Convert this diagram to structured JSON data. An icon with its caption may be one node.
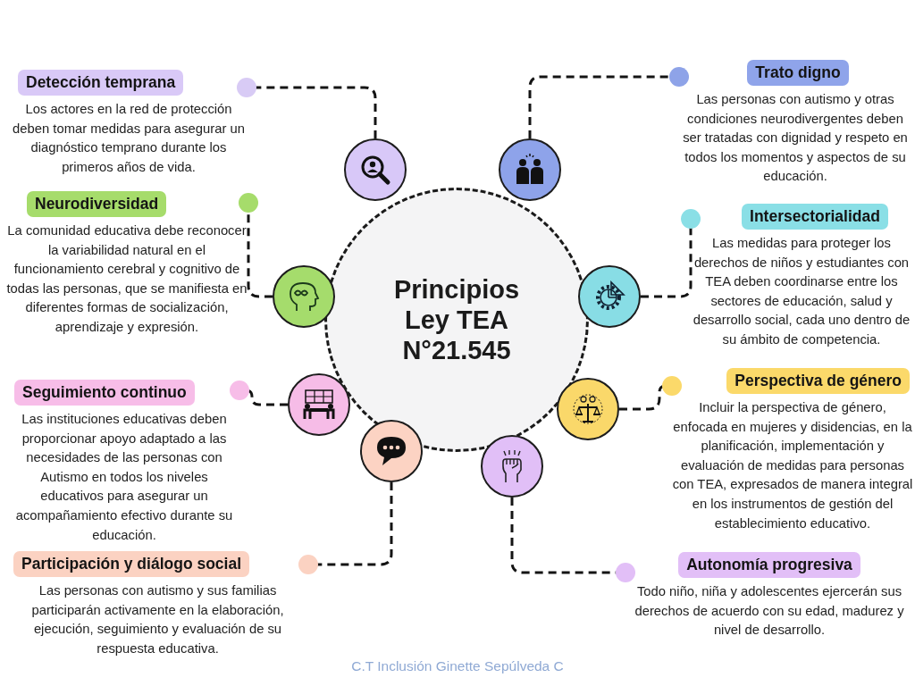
{
  "diagram": {
    "nodes": [
      {
        "text": [
          "Principios Ley TEA N°21.545"
        ]
      },
      {
        "text": [
          "Detección temprana",
          "Los actores en la red de protección deben tomar medidas para asegurar un diagnóstico temprano durante los primeros años de vida."
        ]
      },
      {
        "text": [],
        "shape": "circle"
      },
      {
        "text": [
          "Trato digno",
          "Las personas con autismo y otras condiciones neurodivergentes deben ser tratadas con dignidad y respeto en todos los momentos y aspectos de su educación."
        ]
      },
      {
        "text": [],
        "shape": "circle"
      },
      {
        "text": [
          "Neurodiversidad",
          "La comunidad educativa debe reconocer la variabilidad natural en el funcionamiento cerebral y cognitivo de todas las personas, que se manifiesta en diferentes formas de socialización, aprendizaje y expresión."
        ]
      },
      {
        "text": [],
        "shape": "circle"
      },
      {
        "text": [
          "Intersectorialidad",
          "Las medidas para proteger los derechos de niños y estudiantes con TEA deben coordinarse entre los sectores de educación, salud y desarrollo social, cada uno dentro de su ámbito de competencia."
        ]
      },
      {
        "text": [],
        "shape": "circle"
      },
      {
        "text": [
          "Seguimiento continuo",
          "Las instituciones educativas deben proporcionar apoyo adaptado a las necesidades de las personas con Autismo en todos los niveles educativos para asegurar un acompañamiento efectivo durante su educación."
        ]
      },
      {
        "text": [],
        "shape": "circle"
      },
      {
        "text": [
          "Perspectiva de género",
          "Incluir la perspectiva de género, enfocada en mujeres y disidencias, en la planificación, implementación y evaluación de medidas para personas con TEA, expresados de manera integral en los instrumentos de gestión del establecimiento educativo."
        ]
      },
      {
        "text": [],
        "shape": "circle"
      },
      {
        "text": [
          "Participación y diálogo social",
          "Las personas con autismo y sus familias participarán activamente en la elaboración, ejecución, seguimiento y evaluación de su respuesta educativa."
        ]
      },
      {
        "text": [],
        "shape": "circle"
      },
      {
        "text": [
          "Autonomía progresiva",
          "Todo niño, niña y adolescentes ejercerán sus derechos de acuerdo con su edad, madurez y nivel de desarrollo."
        ]
      },
      {
        "text": [],
        "shape": "circle"
      }
    ],
    "edges": [
      {
        "from": 2,
        "to": 1,
        "arrow": "other",
        "style": "dashed"
      },
      {
        "from": 4,
        "to": 3,
        "arrow": "other",
        "style": "dashed"
      },
      {
        "from": 6,
        "to": 5,
        "arrow": "other",
        "style": "dashed"
      },
      {
        "from": 8,
        "to": 7,
        "arrow": "other",
        "style": "dashed"
      },
      {
        "from": 10,
        "to": 9,
        "arrow": "other",
        "style": "dashed"
      },
      {
        "from": 12,
        "to": 11,
        "arrow": "other",
        "style": "dashed"
      },
      {
        "from": 14,
        "to": 13,
        "arrow": "other",
        "style": "dashed"
      },
      {
        "from": 16,
        "to": 15,
        "arrow": "other",
        "style": "dashed"
      }
    ],
    "labels": [
      "C.T Inclusión Ginette Sepúlveda C"
    ]
  }
}
